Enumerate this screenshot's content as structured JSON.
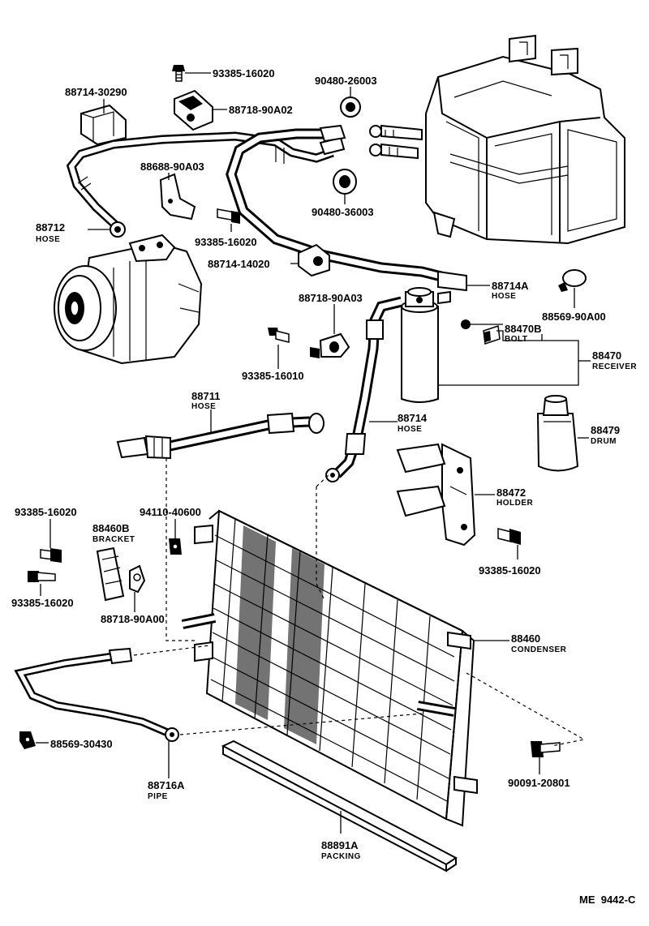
{
  "diagram_code": "ME  9442-C",
  "parts": [
    {
      "id": "93385-16020",
      "number": "93385-16020"
    },
    {
      "id": "88714-30290",
      "number": "88714-30290"
    },
    {
      "id": "88718-90A02",
      "number": "88718-90A02"
    },
    {
      "id": "90480-26003",
      "number": "90480-26003"
    },
    {
      "id": "88688-90A03",
      "number": "88688-90A03"
    },
    {
      "id": "90480-36003",
      "number": "90480-36003"
    },
    {
      "id": "88712",
      "number": "88712",
      "name": "HOSE"
    },
    {
      "id": "93385-16020-b",
      "number": "93385-16020"
    },
    {
      "id": "88714-14020",
      "number": "88714-14020"
    },
    {
      "id": "88714A",
      "number": "88714A",
      "name": "HOSE"
    },
    {
      "id": "88569-90A00",
      "number": "88569-90A00"
    },
    {
      "id": "88718-90A03",
      "number": "88718-90A03"
    },
    {
      "id": "88470B",
      "number": "88470B",
      "name": "BOLT"
    },
    {
      "id": "88470",
      "number": "88470",
      "name": "RECEIVER"
    },
    {
      "id": "93385-16010",
      "number": "93385-16010"
    },
    {
      "id": "88711",
      "number": "88711",
      "name": "HOSE"
    },
    {
      "id": "88714",
      "number": "88714",
      "name": "HOSE"
    },
    {
      "id": "88479",
      "number": "88479",
      "name": "DRUM"
    },
    {
      "id": "88472",
      "number": "88472",
      "name": "HOLDER"
    },
    {
      "id": "93385-16020-c",
      "number": "93385-16020"
    },
    {
      "id": "94110-40600",
      "number": "94110-40600"
    },
    {
      "id": "88460B",
      "number": "88460B",
      "name": "BRACKET"
    },
    {
      "id": "93385-16020-d",
      "number": "93385-16020"
    },
    {
      "id": "93385-16020-e",
      "number": "93385-16020"
    },
    {
      "id": "88718-90A00",
      "number": "88718-90A00"
    },
    {
      "id": "88460",
      "number": "88460",
      "name": "CONDENSER"
    },
    {
      "id": "88569-30430",
      "number": "88569-30430"
    },
    {
      "id": "88716A",
      "number": "88716A",
      "name": "PIPE"
    },
    {
      "id": "90091-20801",
      "number": "90091-20801"
    },
    {
      "id": "88891A",
      "number": "88891A",
      "name": "PACKING"
    }
  ]
}
